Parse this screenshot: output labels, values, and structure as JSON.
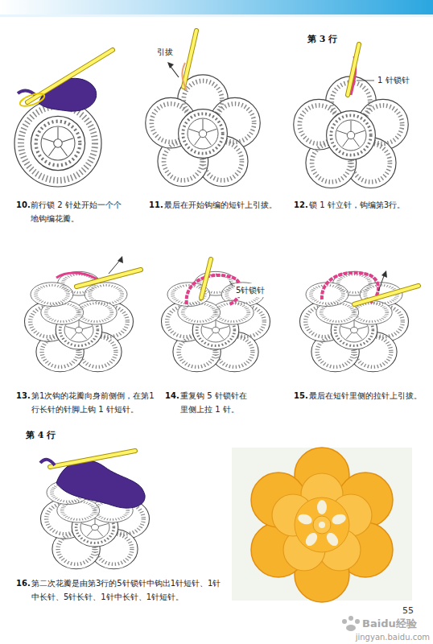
{
  "diagram": {
    "labels": [
      "引拔",
      "第 3 行",
      "1 针锁针",
      "10.",
      "前行锁 2 针处开始一个个地钩编花瓣。",
      "11.",
      "最后在开始钩编的短针上引拔。",
      "12.",
      "锁 1 针立针，钩编第3行。",
      "13.",
      "第1次钩的花瓣向身前侧倒，在第1行长针的针脚上钩 1 针短针。",
      "5针锁针",
      "14.",
      "重复钩 5 针锁针在里侧上拉 1 针。",
      "15.",
      "最后在短针里侧的拉针上引拔。",
      "第 4 行",
      "16.",
      "第二次花瓣是由第3行的5针锁针中钩出1针短针、1针中长针、5针长针、1针中长针、1针短针。",
      "55",
      "Baidu经验",
      "jingyan.baidu.com"
    ]
  }
}
